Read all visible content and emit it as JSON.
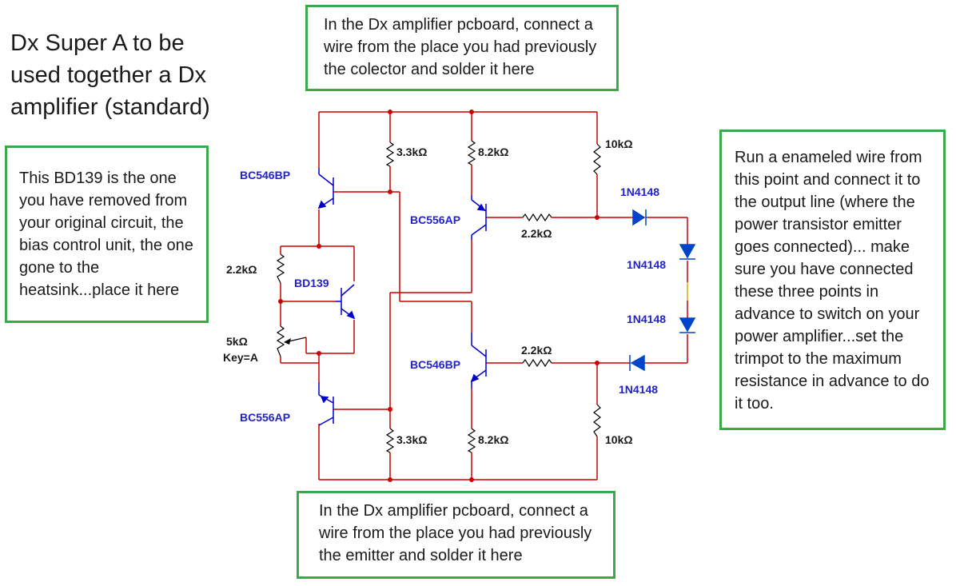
{
  "title": "Dx Super A to be used together a Dx amplifier (standard)",
  "notes": {
    "top": "In the Dx amplifier pcboard, connect a wire from the place you had previously the colector and solder it here",
    "left": "This BD139 is the one you have removed from your original circuit, the bias control unit, the one gone to the heatsink...place it here",
    "right": "Run a enameled wire from this point and connect it to the output line (where the power transistor emitter goes connected)... make sure you have connected these three points in advance to switch on your power amplifier...set the trimpot to the maximum resistance in advance to do it too.",
    "bottom": "In the Dx amplifier pcboard, connect a wire from the place you had previously the emitter and solder it here"
  },
  "labels": {
    "q1": "BC546BP",
    "q2": "BC556AP",
    "q3": "BC546BP",
    "q4": "BC556AP",
    "bd139": "BD139",
    "r_bias": "2.2kΩ",
    "trimpot": "5kΩ",
    "trimpot_key": "Key=A",
    "r_top_left": "3.3kΩ",
    "r_top_mid": "8.2kΩ",
    "r_top_right": "10kΩ",
    "r_mid_top": "2.2kΩ",
    "r_mid_bot": "2.2kΩ",
    "r_bot_left": "3.3kΩ",
    "r_bot_mid": "8.2kΩ",
    "r_bot_right": "10kΩ",
    "d1": "1N4148",
    "d2": "1N4148",
    "d3": "1N4148",
    "d4": "1N4148"
  },
  "colors": {
    "wire": "#cc0000",
    "component": "#000000",
    "transistor": "#0000cc",
    "diode": "#0044cc",
    "note_border": "#3aaa4a"
  }
}
